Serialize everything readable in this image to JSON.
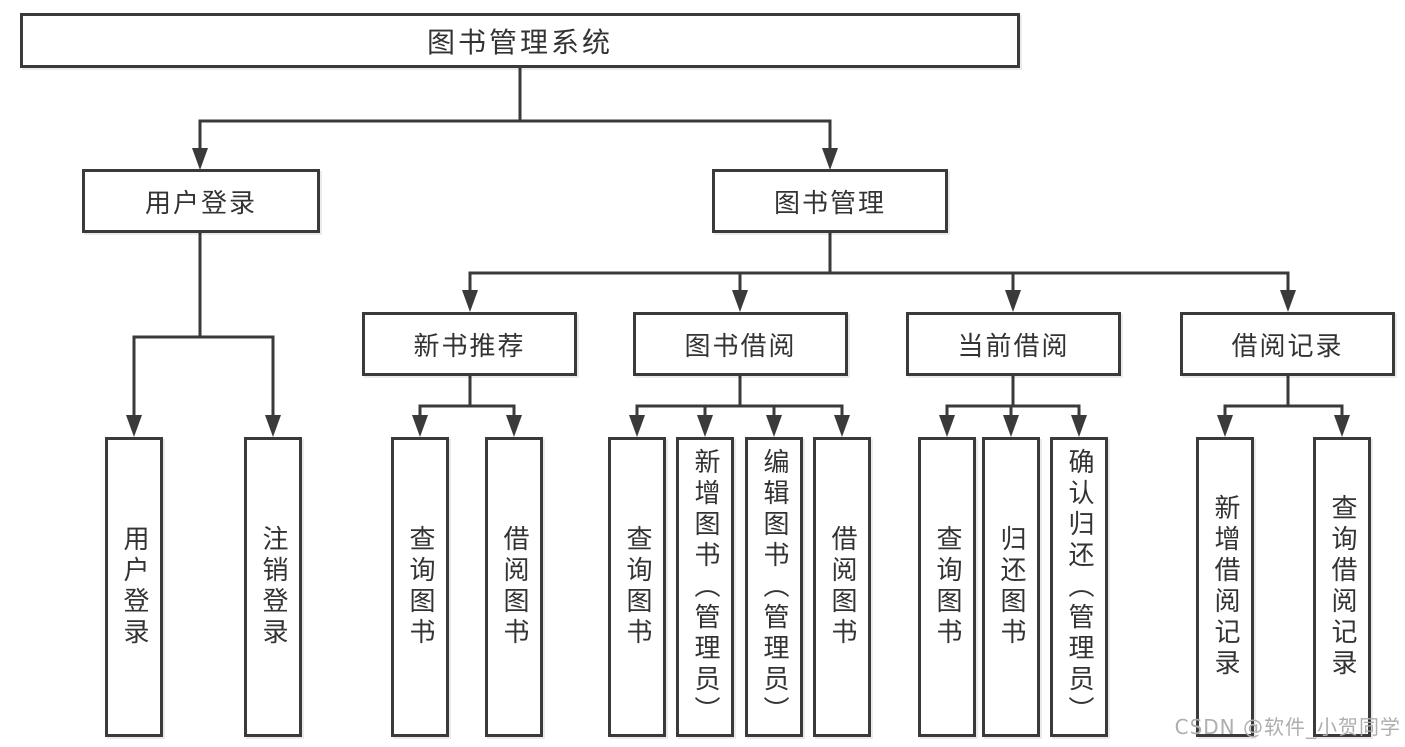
{
  "nodes": {
    "root": "图书管理系统",
    "user_login": "用户登录",
    "book_mgmt": "图书管理",
    "new_books": "新书推荐",
    "book_borrow": "图书借阅",
    "current_borrow": "当前借阅",
    "borrow_records": "借阅记录"
  },
  "leaves": {
    "user_login": [
      "用户登录",
      "注销登录"
    ],
    "new_books": [
      "查询图书",
      "借阅图书"
    ],
    "book_borrow": [
      "查询图书",
      "新增图书（管理员）",
      "编辑图书（管理员）",
      "借阅图书"
    ],
    "current_borrow": [
      "查询图书",
      "归还图书",
      "确认归还（管理员）"
    ],
    "borrow_records": [
      "新增借阅记录",
      "查询借阅记录"
    ]
  },
  "watermark": {
    "text": "CSDN @软件_小贺同学"
  },
  "colors": {
    "line": "#3a3a3a",
    "ink": "#333333",
    "watermark": "#aeaeae",
    "background": "#ffffff"
  }
}
